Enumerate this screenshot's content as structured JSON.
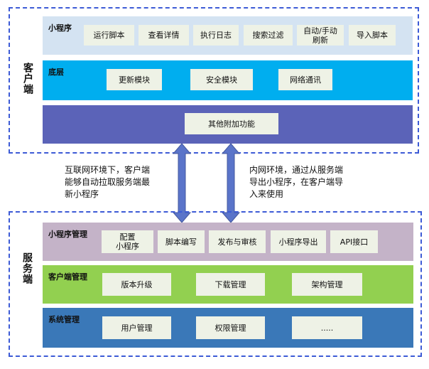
{
  "client": {
    "label": "客户端",
    "mini_program": {
      "title": "小程序",
      "items": [
        "运行脚本",
        "查看详情",
        "执行日志",
        "搜索过滤",
        "自动/手动\n刷新",
        "导入脚本"
      ]
    },
    "base_layer": {
      "title": "底层",
      "items": [
        "更新模块",
        "安全模块",
        "网络通讯"
      ]
    },
    "extra": {
      "items": [
        "其他附加功能"
      ]
    }
  },
  "notes": {
    "internet": "互联网环境下，客户端\n能够自动拉取服务端最\n新小程序",
    "intranet": "内网环境，通过从服务端\n导出小程序，在客户端导\n入来使用"
  },
  "server": {
    "label": "服务端",
    "mini_program_mgmt": {
      "title": "小程序管理",
      "items": [
        "配置\n小程序",
        "脚本编写",
        "发布与审核",
        "小程序导出",
        "API接口"
      ]
    },
    "client_mgmt": {
      "title": "客户端管理",
      "items": [
        "版本升级",
        "下载管理",
        "架构管理"
      ]
    },
    "system_mgmt": {
      "title": "系统管理",
      "items": [
        "用户管理",
        "权限管理",
        "....."
      ]
    }
  },
  "colors": {
    "frame": "#3d5bd6",
    "mini_program_band": "#d4e3f2",
    "base_layer_band": "#00aeef",
    "extra_band": "#5b63b8",
    "mini_program_mgmt_band": "#c4b3c8",
    "client_mgmt_band": "#92d050",
    "system_mgmt_band": "#3a78b8",
    "box": "#eef2e6",
    "arrow": "#5a74c9"
  }
}
